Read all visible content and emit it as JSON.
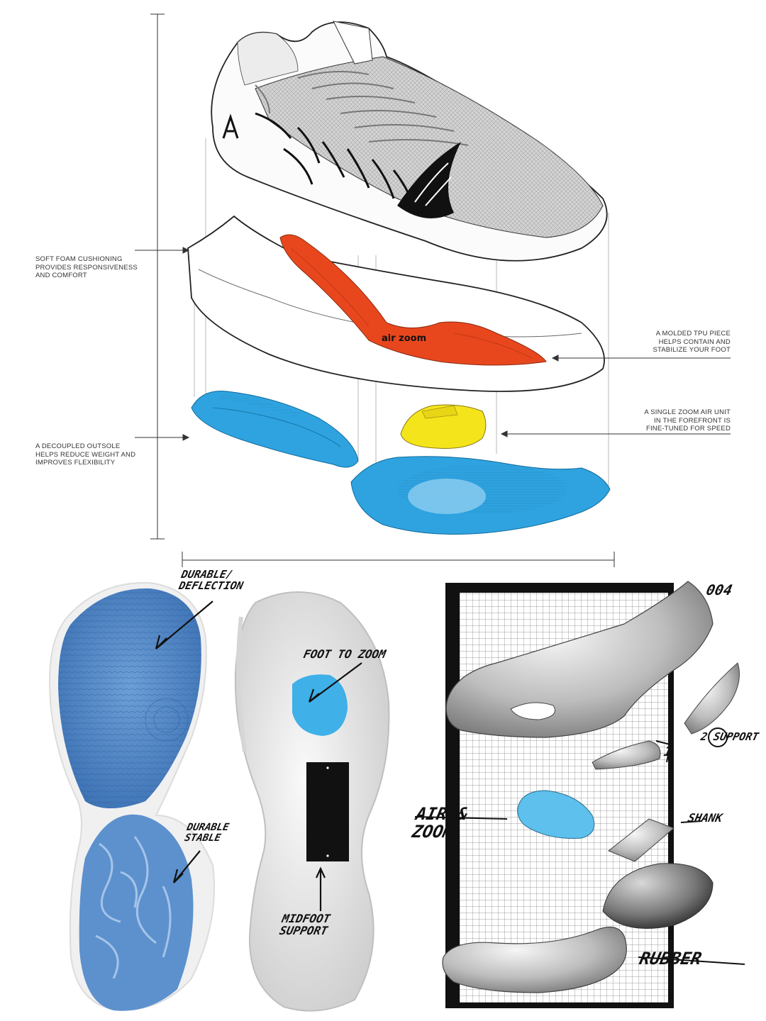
{
  "callouts": {
    "foam": "SOFT FOAM CUSHIONING PROVIDES RESPONSIVENESS AND COMFORT",
    "outsole": "A DECOUPLED OUTSOLE HELPS REDUCE WEIGHT AND IMPROVES FLEXIBILITY",
    "tpu": "A MOLDED TPU PIECE HELPS CONTAIN AND STABILIZE YOUR FOOT",
    "zoom_unit": "A SINGLE ZOOM AIR UNIT IN THE FOREFRONT IS FINE-TUNED FOR SPEED"
  },
  "sketch_notes": {
    "durable_deflection": "DURABLE/ DEFLECTION",
    "durable_stable": "DURABLE STABLE",
    "foot_to_zoom": "FOOT TO ZOOM",
    "midfoot_support": "MIDFOOT SUPPORT",
    "sketch_number": "004",
    "support": "2 SUPPORT",
    "air_zoom": "AIR & ZOOM",
    "shank": "SHANK",
    "rubber": "RUBBER",
    "part_one": "1"
  },
  "branding": {
    "midsole_mark": "air zoom"
  },
  "colors": {
    "tpu_orange": "#e8471e",
    "outsole_blue": "#2fa3df",
    "zoom_yellow": "#f4e41c",
    "sole_blue": "#4f86c6",
    "zoom_pod_light": "#5ec0ec"
  }
}
